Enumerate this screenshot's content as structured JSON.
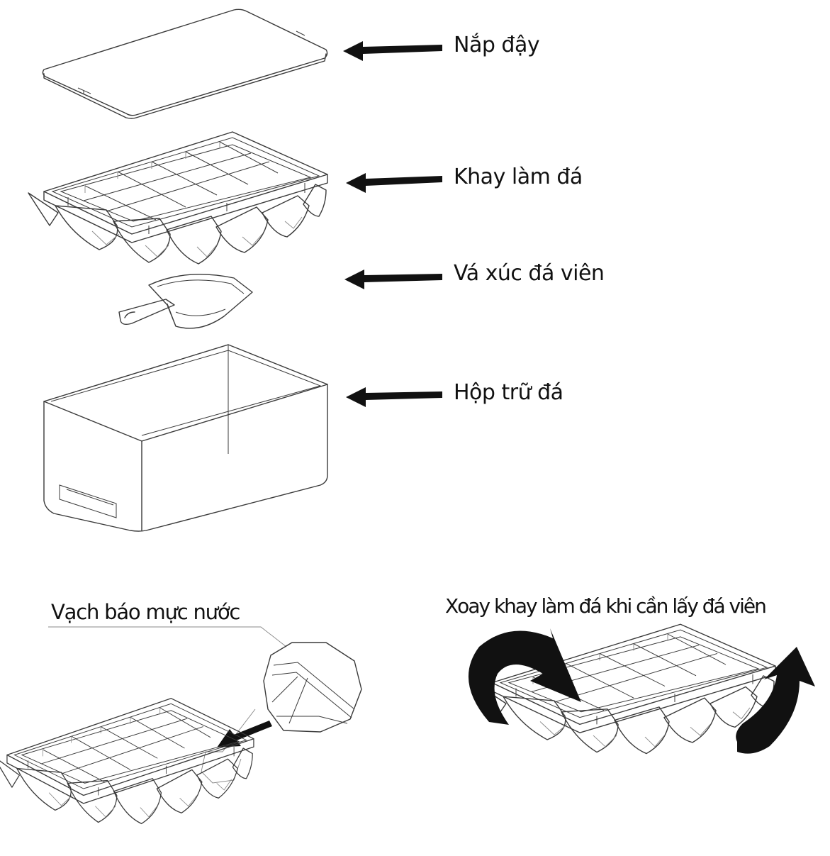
{
  "labels": {
    "lid": "Nắp đậy",
    "tray": "Khay làm đá",
    "scoop": "Vá xúc đá viên",
    "box": "Hộp trữ đá",
    "water_line": "Vạch báo mực nước",
    "rotate": "Xoay khay làm đá khi cần lấy đá viên"
  },
  "colors": {
    "line": "#3a3a3a",
    "arrow": "#111111",
    "background": "#ffffff"
  },
  "icons": [
    "arrow-left-icon",
    "curved-rotate-arrow-icon",
    "magnifier-callout-icon"
  ]
}
